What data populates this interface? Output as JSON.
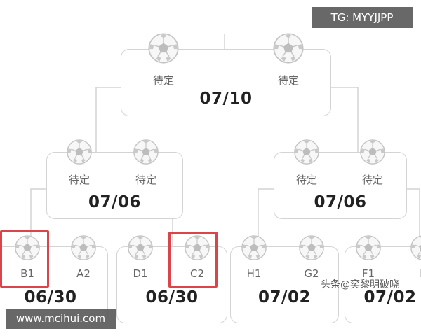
{
  "final": {
    "date": "07/10",
    "teams": [
      {
        "name": "待定",
        "icon": "soccer-ball-icon"
      },
      {
        "name": "待定",
        "icon": "soccer-ball-icon"
      }
    ]
  },
  "semifinals": [
    {
      "date": "07/06",
      "teams": [
        {
          "name": "待定",
          "icon": "soccer-ball-icon"
        },
        {
          "name": "待定",
          "icon": "soccer-ball-icon"
        }
      ]
    },
    {
      "date": "07/06",
      "teams": [
        {
          "name": "待定",
          "icon": "soccer-ball-icon"
        },
        {
          "name": "待定",
          "icon": "soccer-ball-icon"
        }
      ]
    }
  ],
  "quarterfinals": [
    {
      "date": "06/30",
      "teams": [
        {
          "name": "B1",
          "icon": "soccer-ball-icon"
        },
        {
          "name": "A2",
          "icon": "soccer-ball-icon"
        }
      ]
    },
    {
      "date": "06/30",
      "teams": [
        {
          "name": "D1",
          "icon": "soccer-ball-icon"
        },
        {
          "name": "C2",
          "icon": "soccer-ball-icon"
        }
      ]
    },
    {
      "date": "07/02",
      "teams": [
        {
          "name": "H1",
          "icon": "soccer-ball-icon"
        },
        {
          "name": "G2",
          "icon": "soccer-ball-icon"
        }
      ]
    },
    {
      "date": "07/02",
      "teams": [
        {
          "name": "F1",
          "icon": "soccer-ball-icon"
        },
        {
          "name": "E",
          "icon": "soccer-ball-icon"
        }
      ]
    }
  ],
  "highlighted_teams": [
    "B1",
    "C2"
  ],
  "colors": {
    "highlight": "#d9454b",
    "line": "#d4d4d4"
  },
  "overlays": {
    "telegram": "TG: MYYJJPP",
    "website": "www.mcihui.com",
    "watermark": "头条@奕黎明破晓"
  }
}
